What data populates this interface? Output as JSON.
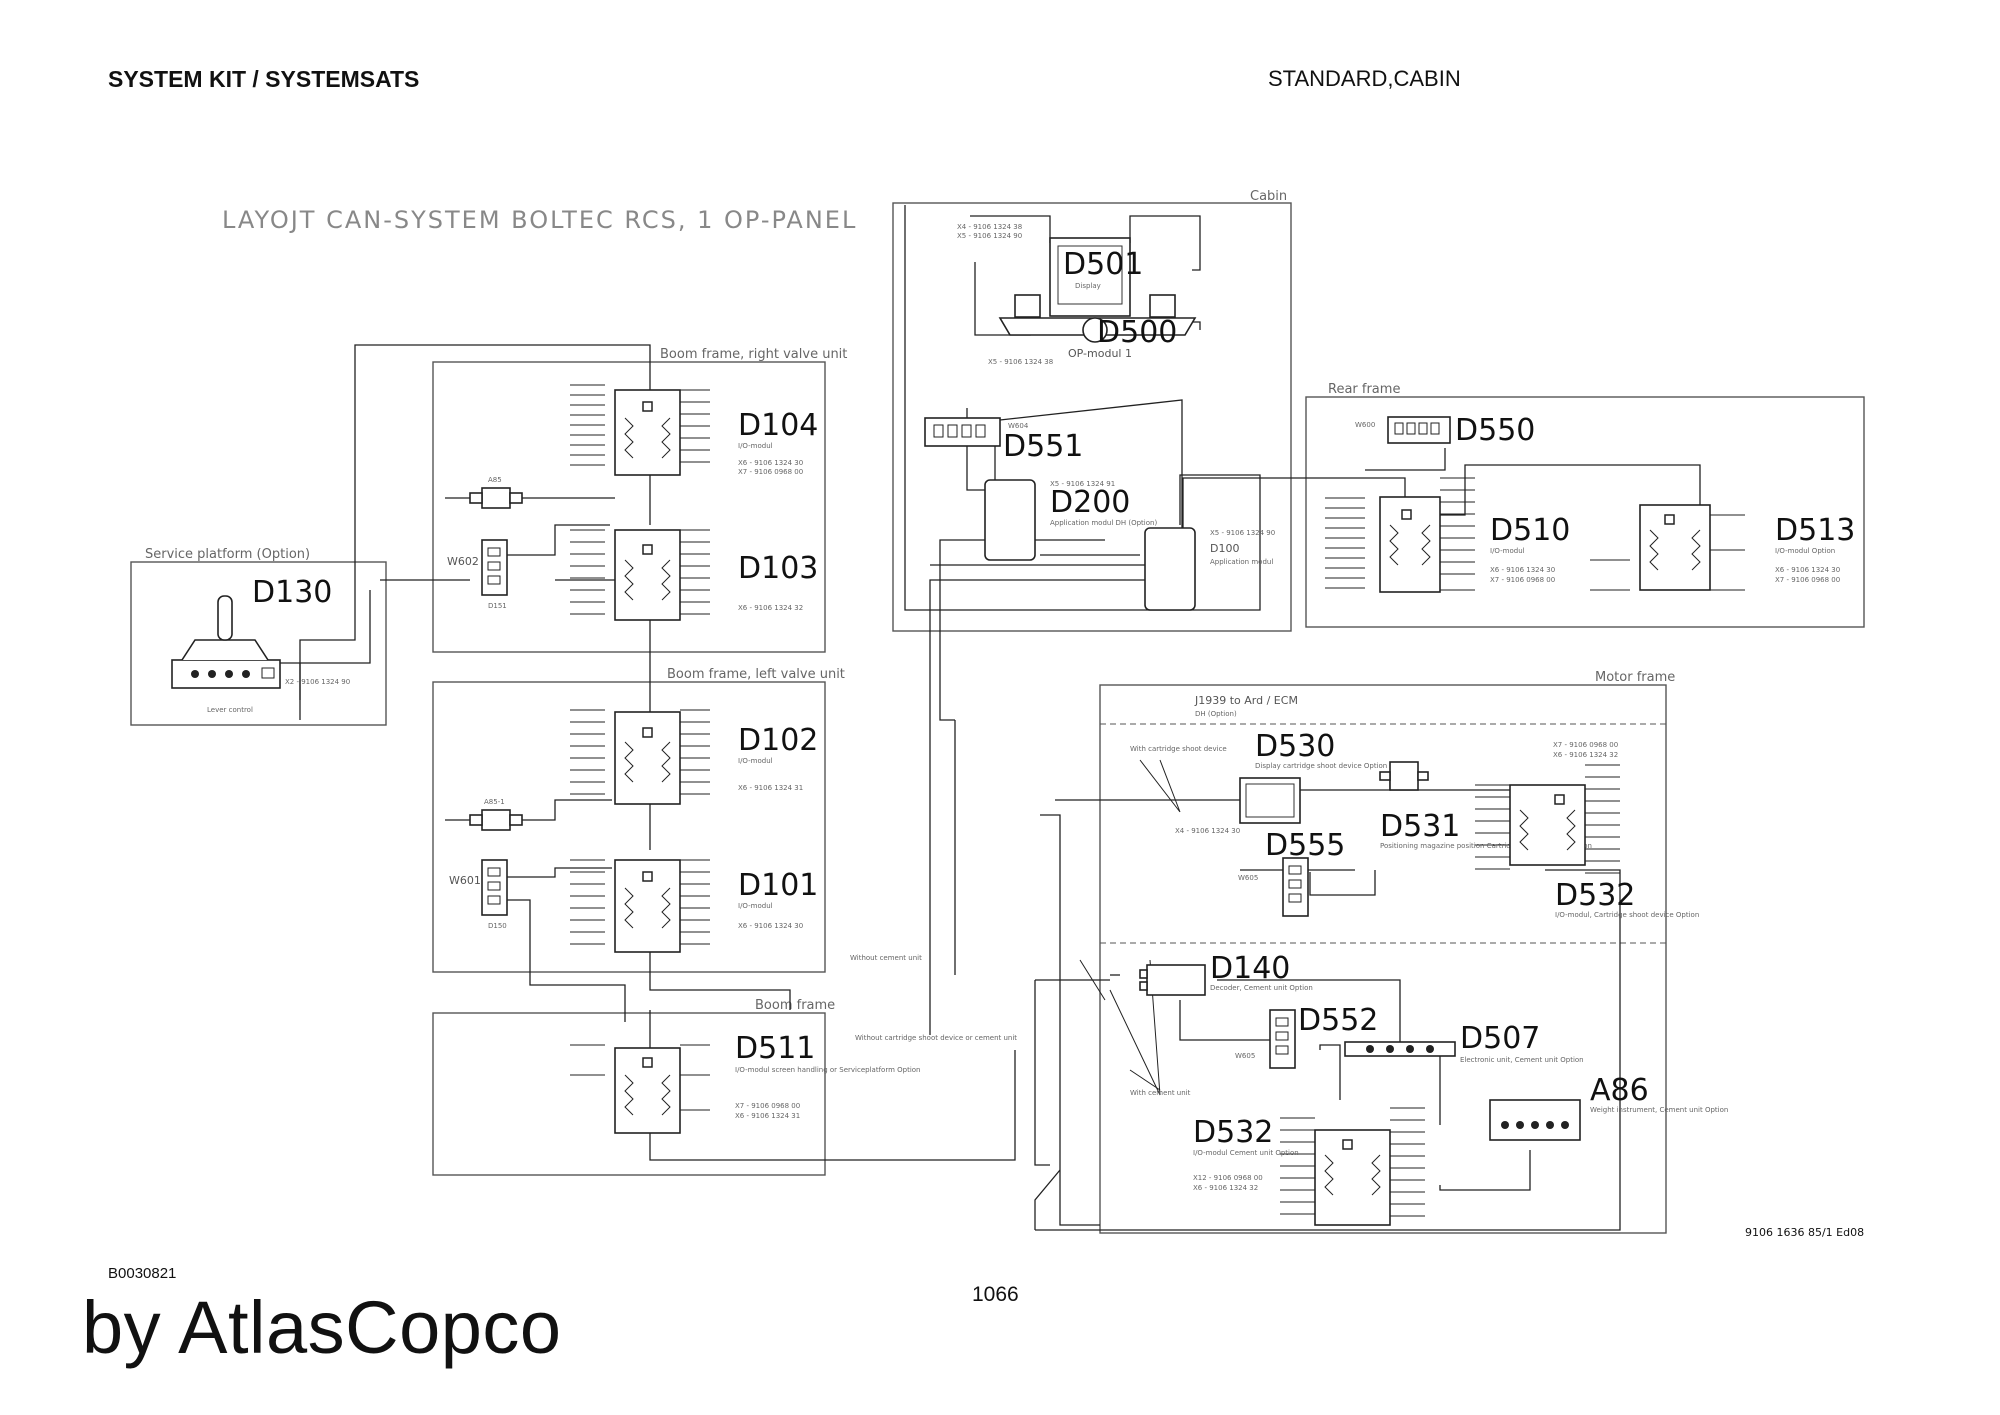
{
  "header": {
    "left": "SYSTEM KIT / SYSTEMSATS",
    "right": "STANDARD,CABIN"
  },
  "footer": {
    "doc_code": "B0030821",
    "page_number": "1066",
    "brand": "by AtlasCopco",
    "drawing_number": "9106 1636 85/1 Ed08"
  },
  "diagram": {
    "title": "LAYOJT CAN-SYSTEM BOLTEC RCS, 1 OP-PANEL",
    "sections": {
      "cabin": "Cabin",
      "boom_right": "Boom frame, right valve unit",
      "boom_left": "Boom frame, left valve unit",
      "boom": "Boom frame",
      "rear": "Rear frame",
      "motor": "Motor frame",
      "service": "Service platform (Option)"
    },
    "modules": {
      "d501": {
        "id": "D501",
        "desc": "Display"
      },
      "d500": {
        "id": "D500",
        "desc": "OP-modul 1"
      },
      "d551": {
        "id": "D551"
      },
      "d200": {
        "id": "D200",
        "desc": "Application modul DH (Option)"
      },
      "d100": {
        "id": "D100",
        "desc": "Application modul"
      },
      "d550": {
        "id": "D550"
      },
      "d510": {
        "id": "D510",
        "desc": "I/O-modul"
      },
      "d513": {
        "id": "D513",
        "desc": "I/O-modul Option"
      },
      "d104": {
        "id": "D104",
        "desc": "I/O-modul"
      },
      "d103": {
        "id": "D103"
      },
      "d102": {
        "id": "D102",
        "desc": "I/O-modul"
      },
      "d101": {
        "id": "D101",
        "desc": "I/O-modul"
      },
      "d130": {
        "id": "D130",
        "desc": "Lever control"
      },
      "d511": {
        "id": "D511",
        "desc": "I/O-modul screen handling or Serviceplatform Option"
      },
      "d530": {
        "id": "D530",
        "desc": "Display cartridge shoot device Option"
      },
      "d531": {
        "id": "D531",
        "desc": "Positioning magazine position Cartridge shoot device Option"
      },
      "d555": {
        "id": "D555"
      },
      "d532a": {
        "id": "D532",
        "desc": "I/O-modul, Cartridge shoot device Option"
      },
      "d140": {
        "id": "D140",
        "desc": "Decoder, Cement unit Option"
      },
      "d552": {
        "id": "D552"
      },
      "d507": {
        "id": "D507",
        "desc": "Electronic unit, Cement unit Option"
      },
      "a86": {
        "id": "A86",
        "desc": "Weight instrument, Cement unit Option"
      },
      "d532b": {
        "id": "D532",
        "desc": "I/O-modul Cement unit Option"
      },
      "a85": {
        "id": "A85"
      },
      "a85_1": {
        "id": "A85-1"
      },
      "d151": {
        "id": "D151"
      },
      "d150": {
        "id": "D150"
      }
    },
    "notes": {
      "j1939": "J1939 to Ard / ECM",
      "j1939_sub": "DH (Option)",
      "with_cartridge": "With cartridge shoot device",
      "without_cement": "Without cement unit",
      "without_cartridge": "Without cartridge shoot device or cement unit",
      "with_cement": "With cement unit"
    },
    "cables": {
      "w600": "W600",
      "w604": "W604",
      "w602": "W602",
      "w601": "W601",
      "w605a": "W605",
      "w605b": "W605",
      "d104_a": "X6 - 9106 1324 30",
      "d104_b": "X7 - 9106 0968 00",
      "d103_a": "X6 - 9106 1324 32",
      "d102_a": "X6 - 9106 1324 31",
      "d101_a": "X6 - 9106 1324 30",
      "d510_a": "X6 - 9106 1324 30",
      "d510_b": "X7 - 9106 0968 00",
      "d513_a": "X6 - 9106 1324 30",
      "d513_b": "X7 - 9106 0968 00",
      "d511_a": "X7 - 9106 0968 00",
      "d511_b": "X6 - 9106 1324 31",
      "d100_a": "X5 - 9106 1324 90",
      "d200_a": "X5 - 9106 1324 91",
      "d501_a": "X4 - 9106 1324 38",
      "d501_b": "X5 - 9106 1324 90",
      "d500_a": "X5 - 9106 1324 38",
      "d130_a": "X2 - 9106 1324 90",
      "d532a_a": "X7 - 9106 0968 00",
      "d532a_b": "X6 - 9106 1324 32",
      "d530_a": "X4 - 9106 1324 30",
      "d532b_a": "X12 - 9106 0968 00",
      "d532b_b": "X6 - 9106 1324 32"
    }
  }
}
